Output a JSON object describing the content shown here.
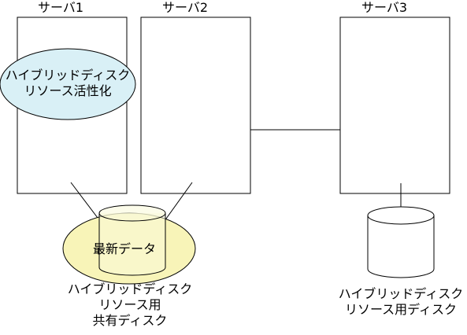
{
  "servers": [
    {
      "label": "サーバ1"
    },
    {
      "label": "サーバ2"
    },
    {
      "label": "サーバ3"
    }
  ],
  "hybrid_disk_resource_activation": [
    "ハイブリッドディスク",
    "リソース活性化"
  ],
  "latest_data": "最新データ",
  "shared_disk_caption": [
    "ハイブリッドディスク",
    "リソース用",
    "共有ディスク"
  ],
  "server3_disk_caption": [
    "ハイブリッドディスク",
    "リソース用ディスク"
  ],
  "colors": {
    "activation_fill": "#d9f0f6",
    "latest_data_fill": "#f8f4b8",
    "shared_disk_fill": "#fafad8",
    "stroke": "#000000"
  }
}
